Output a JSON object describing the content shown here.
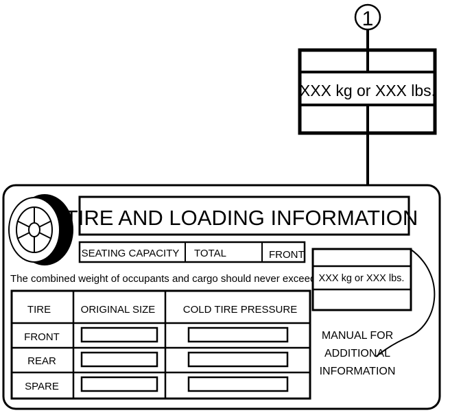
{
  "callout": {
    "number": "1",
    "weight_text": "XXX kg or XXX lbs."
  },
  "placard": {
    "title": "TIRE AND LOADING INFORMATION",
    "capacity_labels": {
      "seating_capacity": "SEATING CAPACITY",
      "total": "TOTAL",
      "front": "FRONT"
    },
    "combined_weight_text": "The combined weight of occupants and cargo should never exceed",
    "weight_box_text": "XXX kg or XXX lbs.",
    "table": {
      "headers": [
        "TIRE",
        "ORIGINAL SIZE",
        "COLD TIRE PRESSURE"
      ],
      "rows": [
        "FRONT",
        "REAR",
        "SPARE"
      ]
    },
    "manual_text_lines": [
      "MANUAL FOR",
      "ADDITIONAL",
      "INFORMATION"
    ]
  }
}
